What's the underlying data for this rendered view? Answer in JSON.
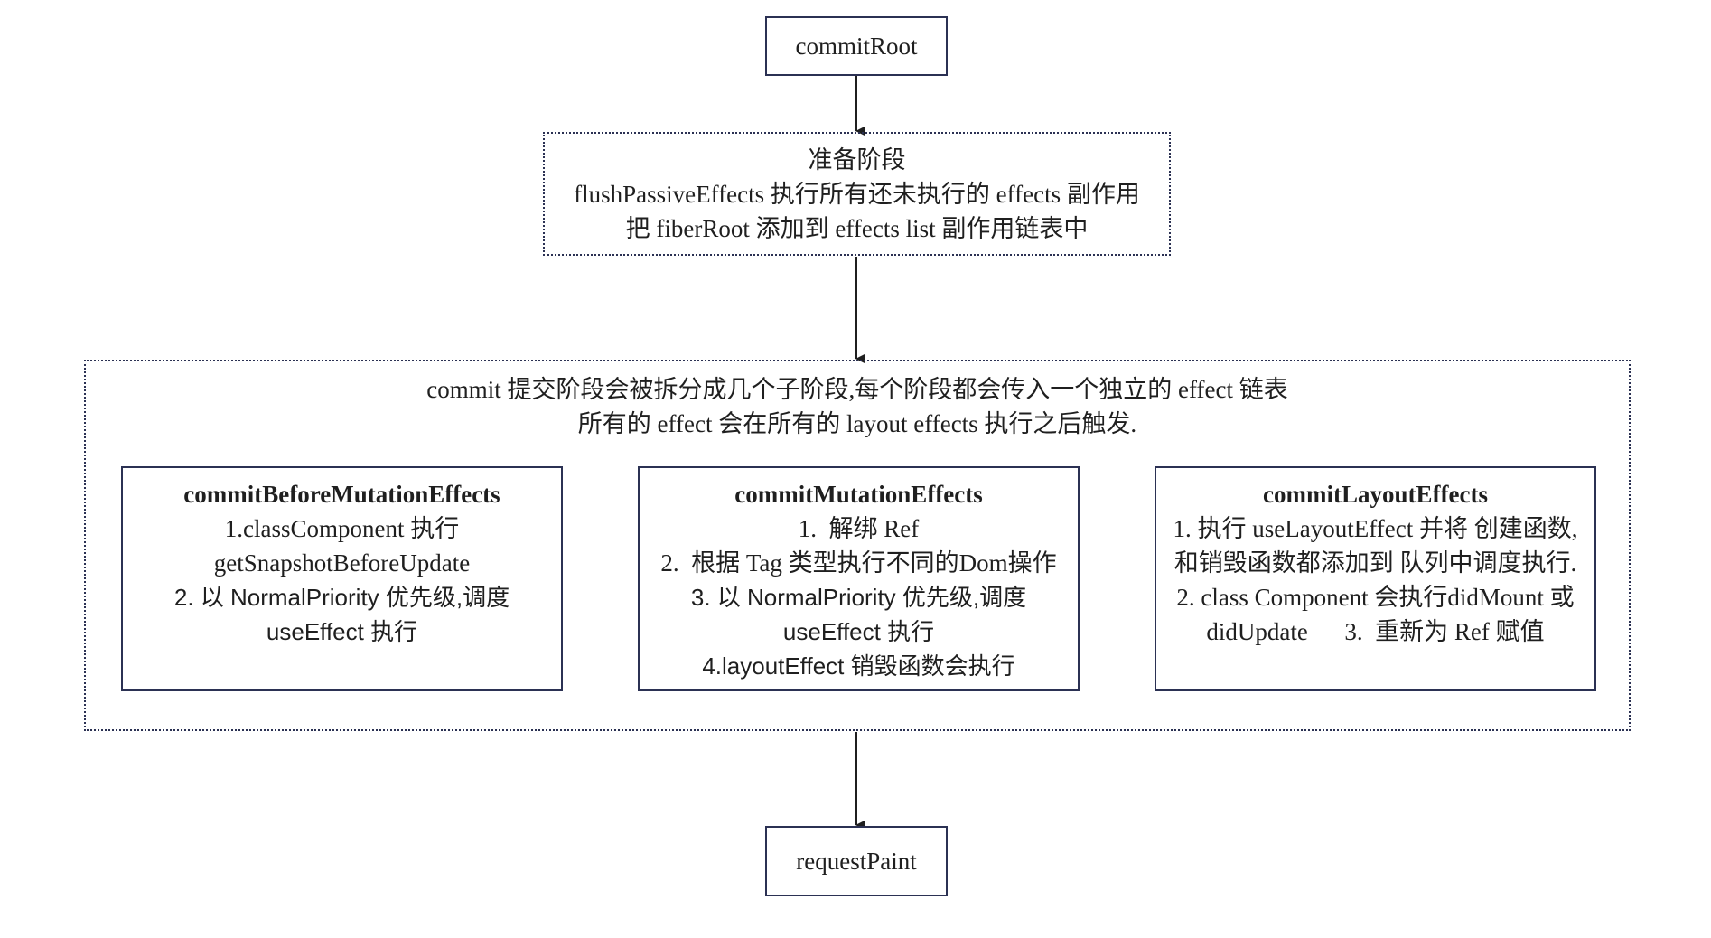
{
  "diagram": {
    "start_node": {
      "label": "commitRoot"
    },
    "prep_stage": {
      "lines": [
        {
          "text": "准备阶段",
          "font": "serif"
        },
        {
          "text": "flushPassiveEffects 执行所有还未执行的 effects 副作用",
          "font": "serif"
        },
        {
          "text": "把 fiberRoot 添加到 effects list 副作用链表中",
          "font": "serif"
        }
      ]
    },
    "commit_stage": {
      "header_lines": [
        "commit 提交阶段会被拆分成几个子阶段,每个阶段都会传入一个独立的 effect 链表",
        "所有的 effect 会在所有的 layout effects 执行之后触发."
      ],
      "phases": [
        {
          "title": "commitBeforeMutationEffects",
          "lines": [
            {
              "text": "1.classComponent 执行",
              "font": "serif"
            },
            {
              "text": "getSnapshotBeforeUpdate",
              "font": "serif"
            },
            {
              "text": "2. 以 NormalPriority 优先级,调度",
              "font": "sans"
            },
            {
              "text": "useEffect 执行",
              "font": "sans"
            }
          ]
        },
        {
          "title": "commitMutationEffects",
          "lines": [
            {
              "text": "1.  解绑 Ref",
              "font": "serif"
            },
            {
              "text": "2.  根据 Tag 类型执行不同的Dom操作",
              "font": "serif"
            },
            {
              "text": "3. 以 NormalPriority 优先级,调度",
              "font": "sans"
            },
            {
              "text": "useEffect 执行",
              "font": "sans"
            },
            {
              "text": "4.layoutEffect 销毁函数会执行",
              "font": "sans"
            }
          ]
        },
        {
          "title": "commitLayoutEffects",
          "lines": [
            {
              "text": "1. 执行 useLayoutEffect 并将 创建函数,",
              "font": "serif"
            },
            {
              "text": "和销毁函数都添加到 队列中调度执行.",
              "font": "serif"
            },
            {
              "text": "2. class Component 会执行didMount 或",
              "font": "serif"
            },
            {
              "text": "didUpdate      3.  重新为 Ref 赋值",
              "font": "serif"
            }
          ]
        }
      ]
    },
    "end_node": {
      "label": "requestPaint"
    },
    "edges": [
      {
        "from": "commitRoot",
        "to": "prep_stage"
      },
      {
        "from": "prep_stage",
        "to": "commit_stage"
      },
      {
        "from": "commit_stage",
        "to": "requestPaint"
      }
    ],
    "colors": {
      "border": "#2b3153",
      "arrow": "#1f1f1f",
      "text": "#1f1f1f"
    }
  }
}
